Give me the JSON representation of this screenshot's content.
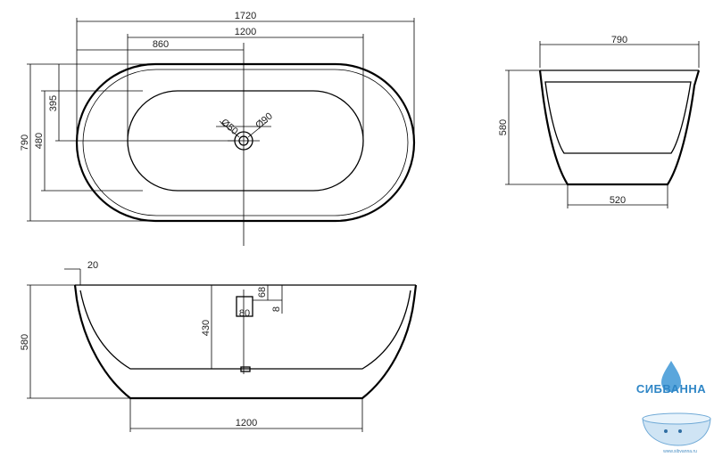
{
  "top_view": {
    "length": "1720",
    "inner_length": "1200",
    "drain_offset": "860",
    "width": "790",
    "inner_width": "480",
    "drain_y_offset": "395",
    "drain_diameter": "Ø50",
    "overflow_diameter": "Ø90"
  },
  "end_view": {
    "width": "790",
    "height": "580",
    "base_width": "520"
  },
  "side_view": {
    "rim": "20",
    "height": "580",
    "inner_depth": "430",
    "overflow_height": "68",
    "overflow_width": "80",
    "overflow_offset": "8",
    "base_length": "1200"
  },
  "logo": {
    "brand": "СИБВАННА",
    "url": "www.sibvanna.ru"
  }
}
